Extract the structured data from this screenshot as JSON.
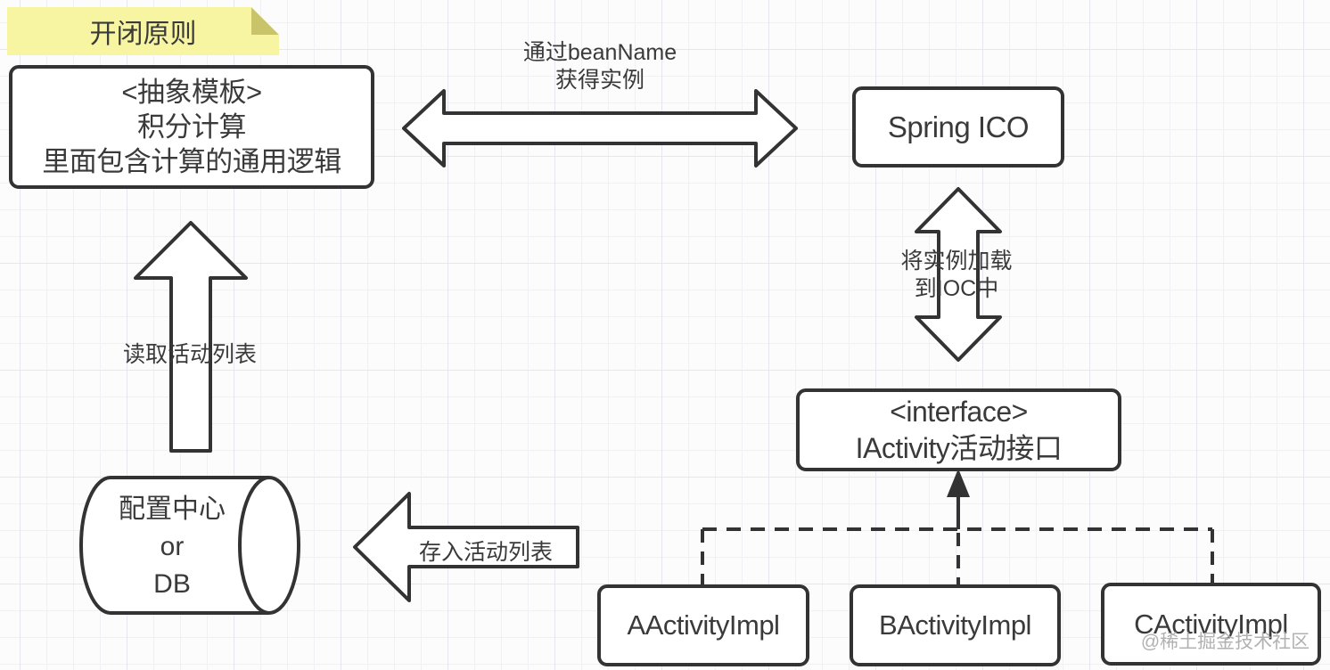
{
  "note": {
    "label": "开闭原则",
    "fill": "#f7f5a2",
    "fold_color": "#c9c469"
  },
  "nodes": {
    "abstract_template": {
      "lines": [
        "<抽象模板>",
        "积分计算",
        "里面包含计算的通用逻辑"
      ]
    },
    "spring_ico": {
      "label": "Spring ICO"
    },
    "activity_interface": {
      "lines": [
        "<interface>",
        "IActivity活动接口"
      ]
    },
    "datastore": {
      "lines": [
        "配置中心",
        "or",
        "DB"
      ]
    },
    "impl_boxes": [
      {
        "label": "AActivityImpl"
      },
      {
        "label": "BActivityImpl"
      },
      {
        "label": "CActivityImpl"
      }
    ]
  },
  "edges": {
    "bean_name": {
      "lines": [
        "通过beanName",
        "获得实例"
      ]
    },
    "load_ioc": {
      "lines": [
        "将实例加载",
        "到IOC中"
      ]
    },
    "read_activities": {
      "label": "读取活动列表"
    },
    "save_activities": {
      "label": "存入活动列表"
    }
  },
  "watermark": {
    "label": "@稀土掘金技术社区"
  },
  "colors": {
    "stroke": "#333333",
    "text": "#3a3a3a",
    "watermark": "#b1b1b1",
    "background": "#fcfcfd"
  }
}
